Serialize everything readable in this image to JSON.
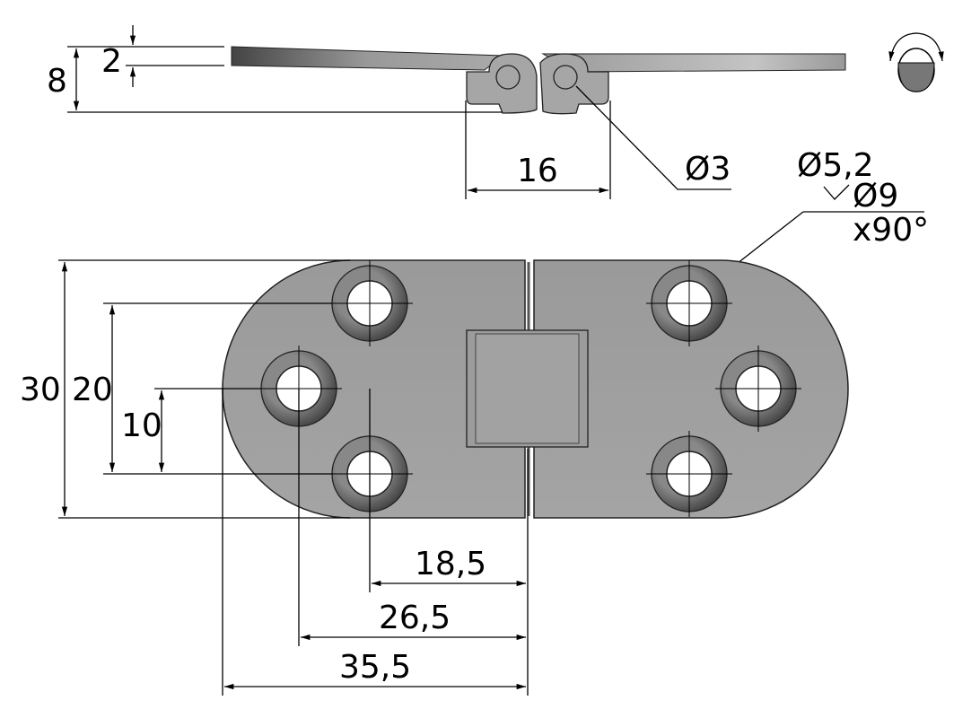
{
  "title": "Hinge technical drawing",
  "colors": {
    "metal": "#a8a8a8",
    "metal_dark": "#555555",
    "line": "#000000"
  },
  "side_view": {
    "dim_height": "8",
    "dim_thickness": "2",
    "dim_knuckle_width": "16",
    "dim_pin_diameter": "Ø3"
  },
  "hole_callout": {
    "line1": "Ø5,2",
    "line2": "Ø9",
    "line3": "x90°"
  },
  "top_view": {
    "dim_total_height": "30",
    "dim_hole_span": "20",
    "dim_hole_offset": "10",
    "dim_18_5": "18,5",
    "dim_26_5": "26,5",
    "dim_35_5": "35,5"
  },
  "icons": {
    "rotation": "rotate-view-icon"
  }
}
